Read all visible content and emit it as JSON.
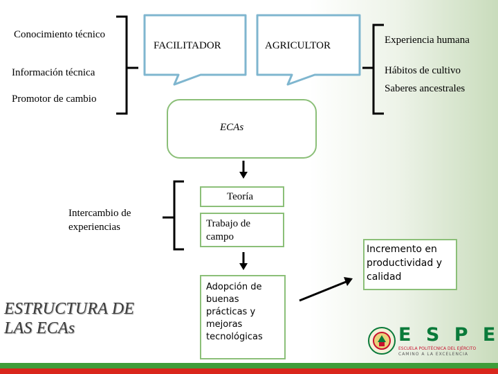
{
  "left_group": {
    "item1": "Conocimiento técnico",
    "item2": "Información técnica",
    "item3": "Promotor de cambio"
  },
  "callouts": {
    "facilitador": "FACILITADOR",
    "agricultor": "AGRICULTOR"
  },
  "right_group": {
    "item1": "Experiencia humana",
    "item2": "Hábitos de cultivo",
    "item3": "Saberes ancestrales"
  },
  "ecas_label": "ECAs",
  "middle": {
    "teoria": "Teoría",
    "intercambio": "Intercambio de experiencias",
    "trabajo": "Trabajo de campo",
    "adopcion": "Adopción de buenas prácticas y mejoras tecnológicas",
    "incremento": "Incremento en productividad y calidad"
  },
  "title": "ESTRUCTURA DE LAS ECAs",
  "logo": {
    "name": "E S P E",
    "line1": "ESCUELA POLITÉCNICA DEL EJÉRCITO",
    "line2": "CAMINO A LA EXCELENCIA",
    "red": "#c8102e",
    "green": "#0a7a3a"
  },
  "colors": {
    "box_border": "#8bbf78",
    "callout_border": "#7fb6cf",
    "strip_green": "#3f9d3a",
    "strip_red": "#d9261c"
  }
}
